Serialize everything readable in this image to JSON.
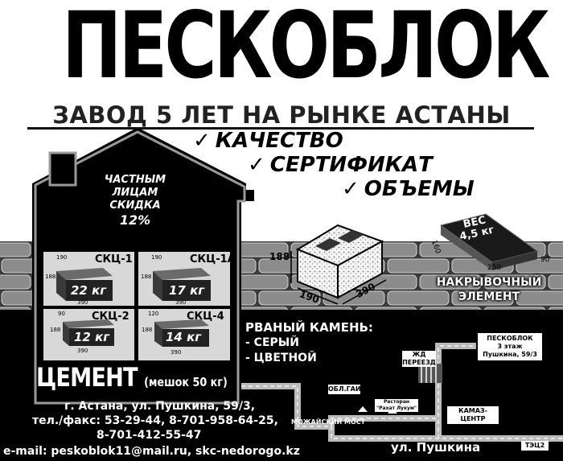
{
  "header": {
    "title": "ПЕСКОБЛОК",
    "subtitle": "ЗАВОД 5 ЛЕТ НА РЫНКЕ АСТАНЫ"
  },
  "checks": [
    {
      "mark": "✓",
      "text": "КАЧЕСТВО"
    },
    {
      "mark": "✓",
      "text": "СЕРТИФИКАТ"
    },
    {
      "mark": "✓",
      "text": "ОБЪЕМЫ"
    }
  ],
  "discount": {
    "line1": "ЧАСТНЫМ",
    "line2": "ЛИЦАМ",
    "line3": "СКИДКА",
    "percent": "12%"
  },
  "blocks": [
    {
      "name": "СКЦ-1",
      "weight": "22 кг",
      "dims": [
        "190",
        "188",
        "390"
      ]
    },
    {
      "name": "СКЦ-1А",
      "weight": "17 кг",
      "dims": [
        "190",
        "188",
        "390"
      ]
    },
    {
      "name": "СКЦ-2",
      "weight": "12 кг",
      "dims": [
        "90",
        "188",
        "390"
      ]
    },
    {
      "name": "СКЦ-4",
      "weight": "14 кг",
      "dims": [
        "120",
        "188",
        "390"
      ]
    }
  ],
  "big_block": {
    "height": "188",
    "depth": "190",
    "length": "390"
  },
  "cap": {
    "weight_label": "ВЕС",
    "weight_value": "4,5 кг",
    "dim_left": "160",
    "dim_bottom": "250",
    "dim_right": "90",
    "label_line1": "НАКРЫВОЧНЫЙ",
    "label_line2": "ЭЛЕМЕНТ"
  },
  "stone": {
    "title": "РВАНЫЙ КАМЕНЬ:",
    "items": [
      "- СЕРЫЙ",
      "- ЦВЕТНОЙ"
    ]
  },
  "cement": {
    "title": "ЦЕМЕНТ",
    "bag": "(мешок 50 кг)"
  },
  "contacts": {
    "address": "г. Астана, ул. Пушкина, 59/3,",
    "phone1": "тел./факс: 53-29-44, 8-701-958-64-25,",
    "phone2": "8-701-412-55-47",
    "email": "e-mail: peskoblok11@mail.ru,  skc-nedorogo.kz"
  },
  "map": {
    "destination_line1": "ПЕСКОБЛОК",
    "destination_line2": "3 этаж",
    "destination_line3": "Пушкина, 59/3",
    "railway_line1": "ЖД",
    "railway_line2": "ПЕРЕЕЗД",
    "gai": "ОБЛ.ГАИ",
    "restaurant_line1": "Ресторан",
    "restaurant_line2": "\"Рахат Лукум\"",
    "kamaz": "КАМАЗ-ЦЕНТР",
    "bridge": "МОЖАЙСКИЙ МОСТ",
    "street": "ул. Пушкина",
    "tec": "ТЭЦ2"
  },
  "colors": {
    "background": "#ffffff",
    "dark": "#000000",
    "wall": "#7a7a7a",
    "house_border": "#8a8a8a"
  }
}
